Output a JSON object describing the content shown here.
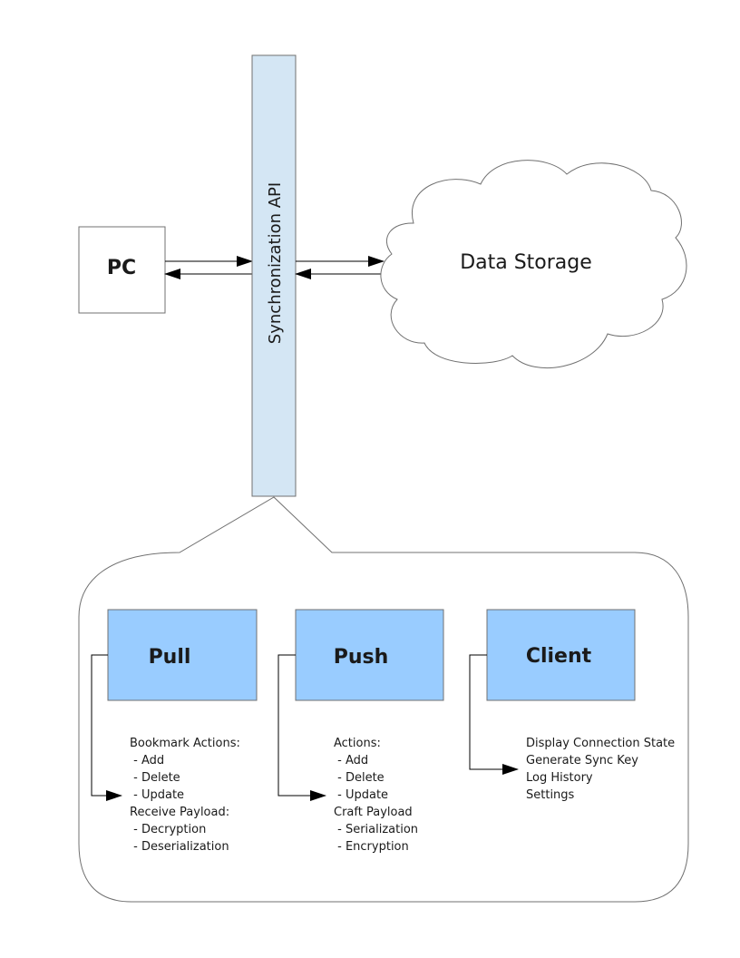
{
  "nodes": {
    "pc": "PC",
    "api": "Synchronization API",
    "storage": "Data Storage"
  },
  "modules": [
    {
      "title": "Pull",
      "items": [
        "Bookmark Actions:",
        " - Add",
        " - Delete",
        " - Update",
        "Receive Payload:",
        " - Decryption",
        " - Deserialization"
      ]
    },
    {
      "title": "Push",
      "items": [
        "Actions:",
        " - Add",
        " - Delete",
        " - Update",
        "Craft Payload",
        " - Serialization",
        " - Encryption"
      ]
    },
    {
      "title": "Client",
      "items": [
        "Display Connection State",
        "Generate Sync Key",
        "Log History",
        "Settings"
      ]
    }
  ],
  "colors": {
    "api_fill": "#d4e6f4",
    "module_fill": "#99ccff",
    "stroke": "#707070"
  }
}
